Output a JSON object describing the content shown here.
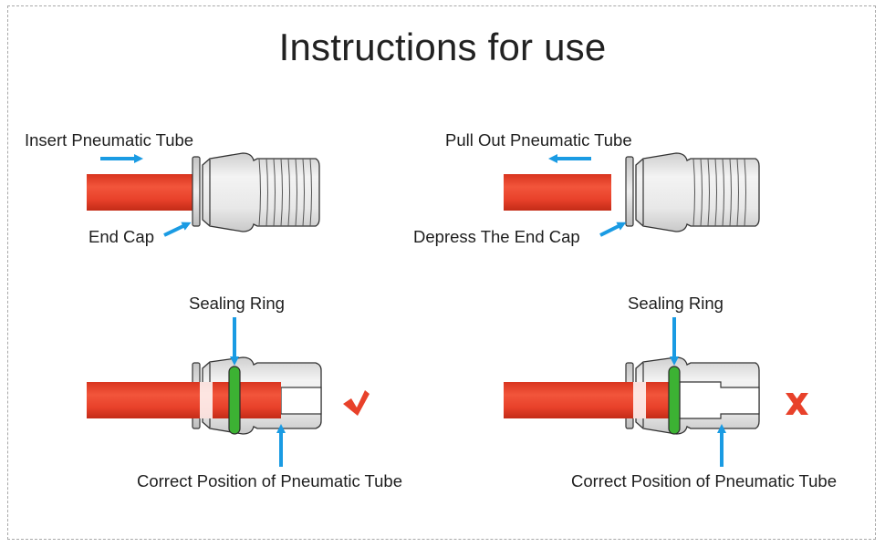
{
  "title": "Instructions for use",
  "panels": {
    "insert": {
      "action_label": "Insert Pneumatic Tube",
      "part_label": "End Cap"
    },
    "remove": {
      "action_label": "Pull Out Pneumatic Tube",
      "part_label": "Depress The End Cap"
    },
    "correct": {
      "ring_label": "Sealing Ring",
      "position_label": "Correct Position of Pneumatic Tube",
      "mark": "check"
    },
    "incorrect": {
      "ring_label": "Sealing Ring",
      "position_label": "Correct Position of Pneumatic Tube",
      "mark": "cross"
    }
  },
  "colors": {
    "tube": "#e8412a",
    "tube_highlight": "#f57a60",
    "arrow": "#1a9be3",
    "fitting": "#e4e4e4",
    "sealing_ring": "#3cb233",
    "check_mark": "#e8412a",
    "cross_mark": "#e8412a"
  }
}
